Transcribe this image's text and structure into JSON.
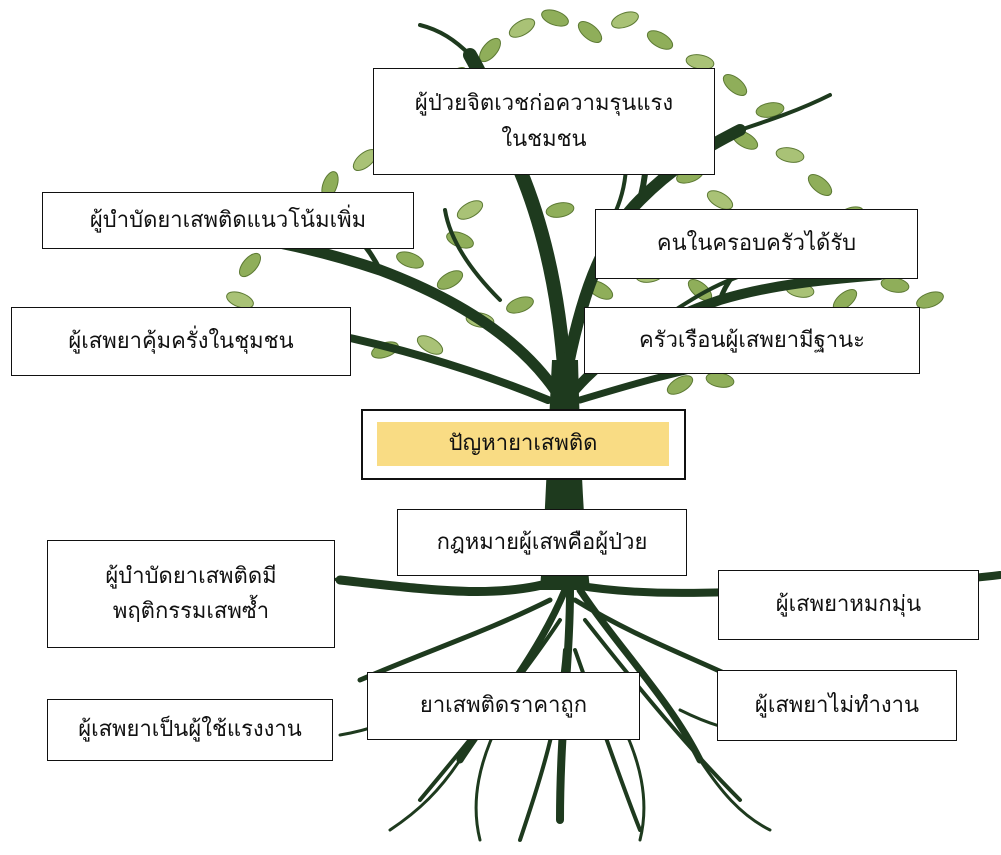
{
  "problem": {
    "label": "ปัญหายาเสพติด",
    "highlight_color": "#f9dc84"
  },
  "tree": {
    "trunk_color": "#1e3a1e",
    "leaf_color": "#8fae5a",
    "leaf_light_color": "#a9c276"
  },
  "effects": {
    "e1": [
      "ผู้ป่วยจิตเวชก่อความรุนแรง",
      "ในชมชน"
    ],
    "e2": "ผู้บำบัดยาเสพติดแนวโน้มเพิ่ม",
    "e3": "คนในครอบครัวได้รับ",
    "e4": "ผู้เสพยาคุ้มครั่งในชุมชน",
    "e5": "ครัวเรือนผู้เสพยามีฐานะ"
  },
  "causes": {
    "c1": "กฎหมายผู้เสพคือผู้ป่วย",
    "c2": [
      "ผู้บำบัดยาเสพติดมี",
      "พฤติกรรมเสพซ้ำ"
    ],
    "c3": "ผู้เสพยาหมกมุ่น",
    "c4": "ยาเสพติดราคาถูก",
    "c5": "ผู้เสพยาไม่ทำงาน",
    "c6": "ผู้เสพยาเป็นผู้ใช้แรงงาน"
  }
}
